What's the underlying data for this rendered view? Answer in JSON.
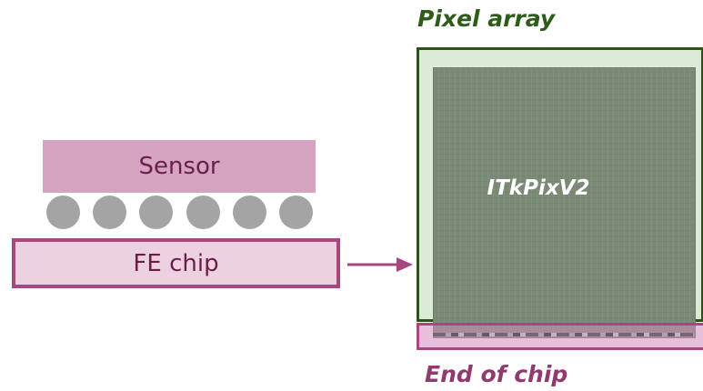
{
  "left": {
    "sensor_label": "Sensor",
    "fe_chip_label": "FE chip",
    "bump_count": 6
  },
  "right": {
    "pixel_array_title": "Pixel array",
    "chip_label": "ITkPixV2",
    "end_of_chip_title": "End of chip"
  },
  "colors": {
    "sensor_fill": "#d4a4c1",
    "fe_chip_fill": "#ecd2e0",
    "fe_chip_border": "#a8467f",
    "bump": "#a4a4a4",
    "pixel_array_border": "#2d5418",
    "pixel_array_title": "#2e5c1b",
    "end_of_chip": "#913a6e",
    "arrow": "#a8467f"
  }
}
